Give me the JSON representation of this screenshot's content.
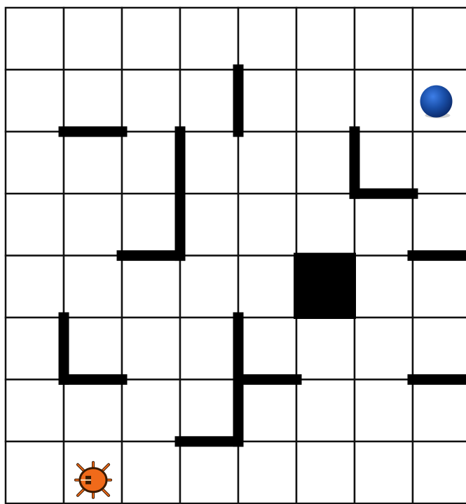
{
  "board": {
    "rows": 8,
    "cols": 8,
    "cell_color": "#ffffff",
    "grid_color": "#111111",
    "wall_color": "#000000"
  },
  "walls": [
    {
      "type": "v",
      "row": 1,
      "col": 4
    },
    {
      "type": "h",
      "row": 2,
      "col": 1
    },
    {
      "type": "v",
      "row": 2,
      "col": 3
    },
    {
      "type": "v",
      "row": 3,
      "col": 3
    },
    {
      "type": "h",
      "row": 4,
      "col": 2
    },
    {
      "type": "v",
      "row": 2,
      "col": 6
    },
    {
      "type": "h",
      "row": 3,
      "col": 6
    },
    {
      "type": "h",
      "row": 4,
      "col": 7
    },
    {
      "type": "v",
      "row": 5,
      "col": 1
    },
    {
      "type": "h",
      "row": 6,
      "col": 1
    },
    {
      "type": "v",
      "row": 5,
      "col": 4
    },
    {
      "type": "v",
      "row": 6,
      "col": 4
    },
    {
      "type": "h",
      "row": 6,
      "col": 4
    },
    {
      "type": "h",
      "row": 7,
      "col": 3
    },
    {
      "type": "h",
      "row": 6,
      "col": 7
    }
  ],
  "blocked_cells": [
    {
      "row": 4,
      "col": 5
    }
  ],
  "goal": {
    "row": 1,
    "col": 7,
    "icon": "blue-ball-icon",
    "color": "#1a4fa8"
  },
  "player": {
    "row": 7,
    "col": 1,
    "icon": "orange-bug-icon",
    "color": "#f06a1a"
  }
}
